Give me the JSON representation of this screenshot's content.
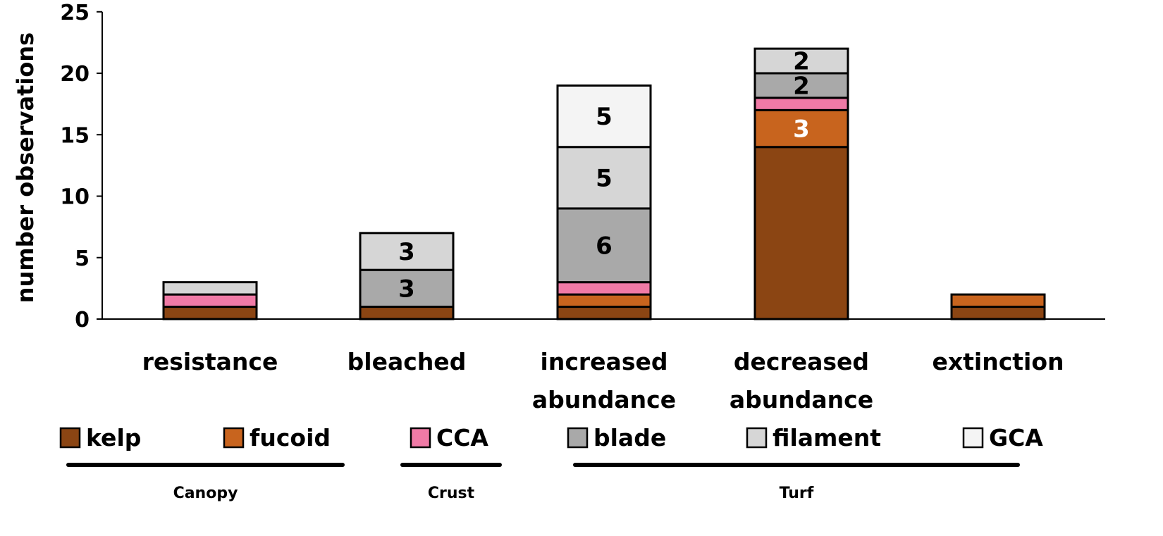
{
  "chart_data": {
    "type": "bar",
    "stacked": true,
    "categories": [
      [
        "resistance"
      ],
      [
        "bleached"
      ],
      [
        "increased",
        "abundance"
      ],
      [
        "decreased",
        "abundance"
      ],
      [
        "extinction"
      ]
    ],
    "series": [
      {
        "name": "kelp",
        "color": "#8B4513",
        "values": [
          1,
          1,
          1,
          14,
          1
        ]
      },
      {
        "name": "fucoid",
        "color": "#C8641E",
        "values": [
          0,
          0,
          1,
          3,
          1
        ]
      },
      {
        "name": "CCA",
        "color": "#F07AA6",
        "values": [
          1,
          0,
          1,
          1,
          0
        ]
      },
      {
        "name": "blade",
        "color": "#A9A9A9",
        "values": [
          0,
          3,
          6,
          2,
          0
        ]
      },
      {
        "name": "filament",
        "color": "#D6D6D6",
        "values": [
          1,
          3,
          5,
          2,
          0
        ]
      },
      {
        "name": "GCA",
        "color": "#F4F4F4",
        "values": [
          0,
          0,
          5,
          0,
          0
        ]
      }
    ],
    "data_labels": [
      {
        "category": 1,
        "series": "blade",
        "text": "3",
        "color": "#000000"
      },
      {
        "category": 1,
        "series": "filament",
        "text": "3",
        "color": "#000000"
      },
      {
        "category": 2,
        "series": "blade",
        "text": "6",
        "color": "#000000"
      },
      {
        "category": 2,
        "series": "filament",
        "text": "5",
        "color": "#000000"
      },
      {
        "category": 2,
        "series": "GCA",
        "text": "5",
        "color": "#000000"
      },
      {
        "category": 3,
        "series": "fucoid",
        "text": "3",
        "color": "#FFFFFF"
      },
      {
        "category": 3,
        "series": "blade",
        "text": "2",
        "color": "#000000"
      },
      {
        "category": 3,
        "series": "filament",
        "text": "2",
        "color": "#000000"
      }
    ],
    "ylabel": "number observations",
    "xlabel": "",
    "title": "",
    "ylim": [
      0,
      25
    ],
    "yticks": [
      0,
      5,
      10,
      15,
      20,
      25
    ],
    "grid": false,
    "legend_position": "bottom",
    "groups": [
      {
        "label": "Canopy",
        "series": [
          "kelp",
          "fucoid"
        ]
      },
      {
        "label": "Crust",
        "series": [
          "CCA"
        ]
      },
      {
        "label": "Turf",
        "series": [
          "blade",
          "filament",
          "GCA"
        ]
      }
    ]
  }
}
